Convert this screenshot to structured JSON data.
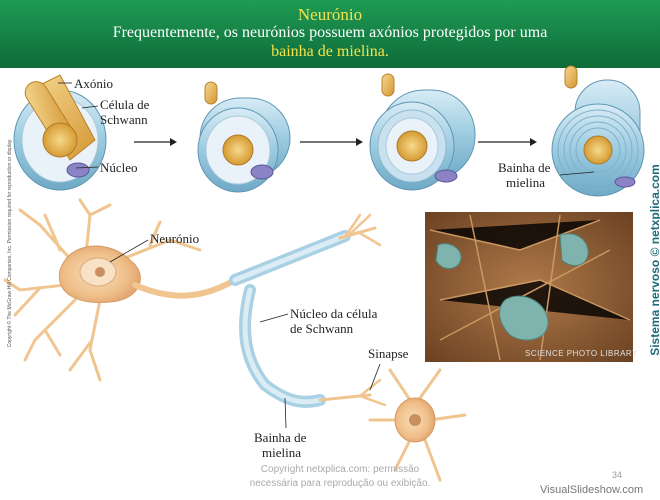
{
  "header": {
    "title": "Neurónio",
    "line1": "Frequentemente, os neurónios possuem axónios protegidos por uma",
    "line2": "bainha de mielina."
  },
  "labels": {
    "axonio": "Axónio",
    "celula_schwann_1": "Célula de",
    "celula_schwann_2": "Schwann",
    "nucleo": "Núcleo",
    "bainha_top_1": "Bainha de",
    "bainha_top_2": "mielina",
    "neuronio": "Neurónio",
    "nucleo_celula_1": "Núcleo da célula",
    "nucleo_celula_2": "de Schwann",
    "sinapse": "Sinapse",
    "bainha_bottom_1": "Bainha de",
    "bainha_bottom_2": "mielina"
  },
  "side": {
    "left_copyright": "Copyright © The McGraw-Hill Companies, Inc. Permission required for reproduction or display.",
    "right_vertical": "Sistema nervoso © netxplica.com"
  },
  "micrograph_credit": "SCIENCE PHOTO LIBRARY",
  "footer": {
    "copyright_1": "Copyright netxplica.com: permissão",
    "copyright_2": "necessária para reprodução ou exibição.",
    "page_number": "34",
    "watermark": "VisualSlideshow.com"
  },
  "colors": {
    "header_green": "#1f9b54",
    "header_yellow": "#f5e24a",
    "myelin_blue": "#9ccbe0",
    "axon_gold": "#e2b14e",
    "neuron_peach": "#f2c999"
  }
}
